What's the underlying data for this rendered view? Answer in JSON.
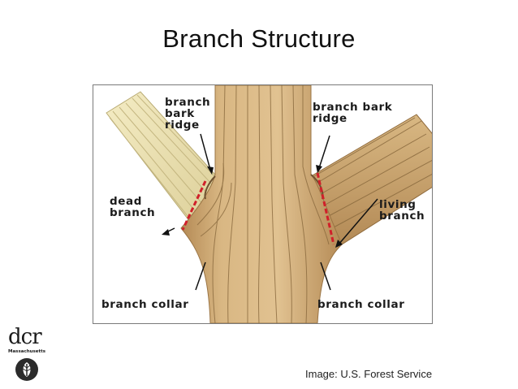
{
  "slide": {
    "title": "Branch Structure",
    "credit": "Image: U.S. Forest Service"
  },
  "diagram": {
    "labels": {
      "left_ridge": "branch\nbark\nridge",
      "right_ridge": "branch bark\nridge",
      "dead_branch": "dead\nbranch",
      "living_branch": "living\nbranch",
      "left_collar": "branch collar",
      "right_collar": "branch collar"
    },
    "colors": {
      "trunk": "#d8b481",
      "bark_lines": "#8a6a3e",
      "dead_branch": "#ece3b4",
      "cut_line": "#d0202a",
      "arrow": "#111111"
    }
  },
  "logo": {
    "text": "dcr",
    "subtitle": "Massachusetts",
    "colors": {
      "seal": "#2b2b2b"
    }
  }
}
